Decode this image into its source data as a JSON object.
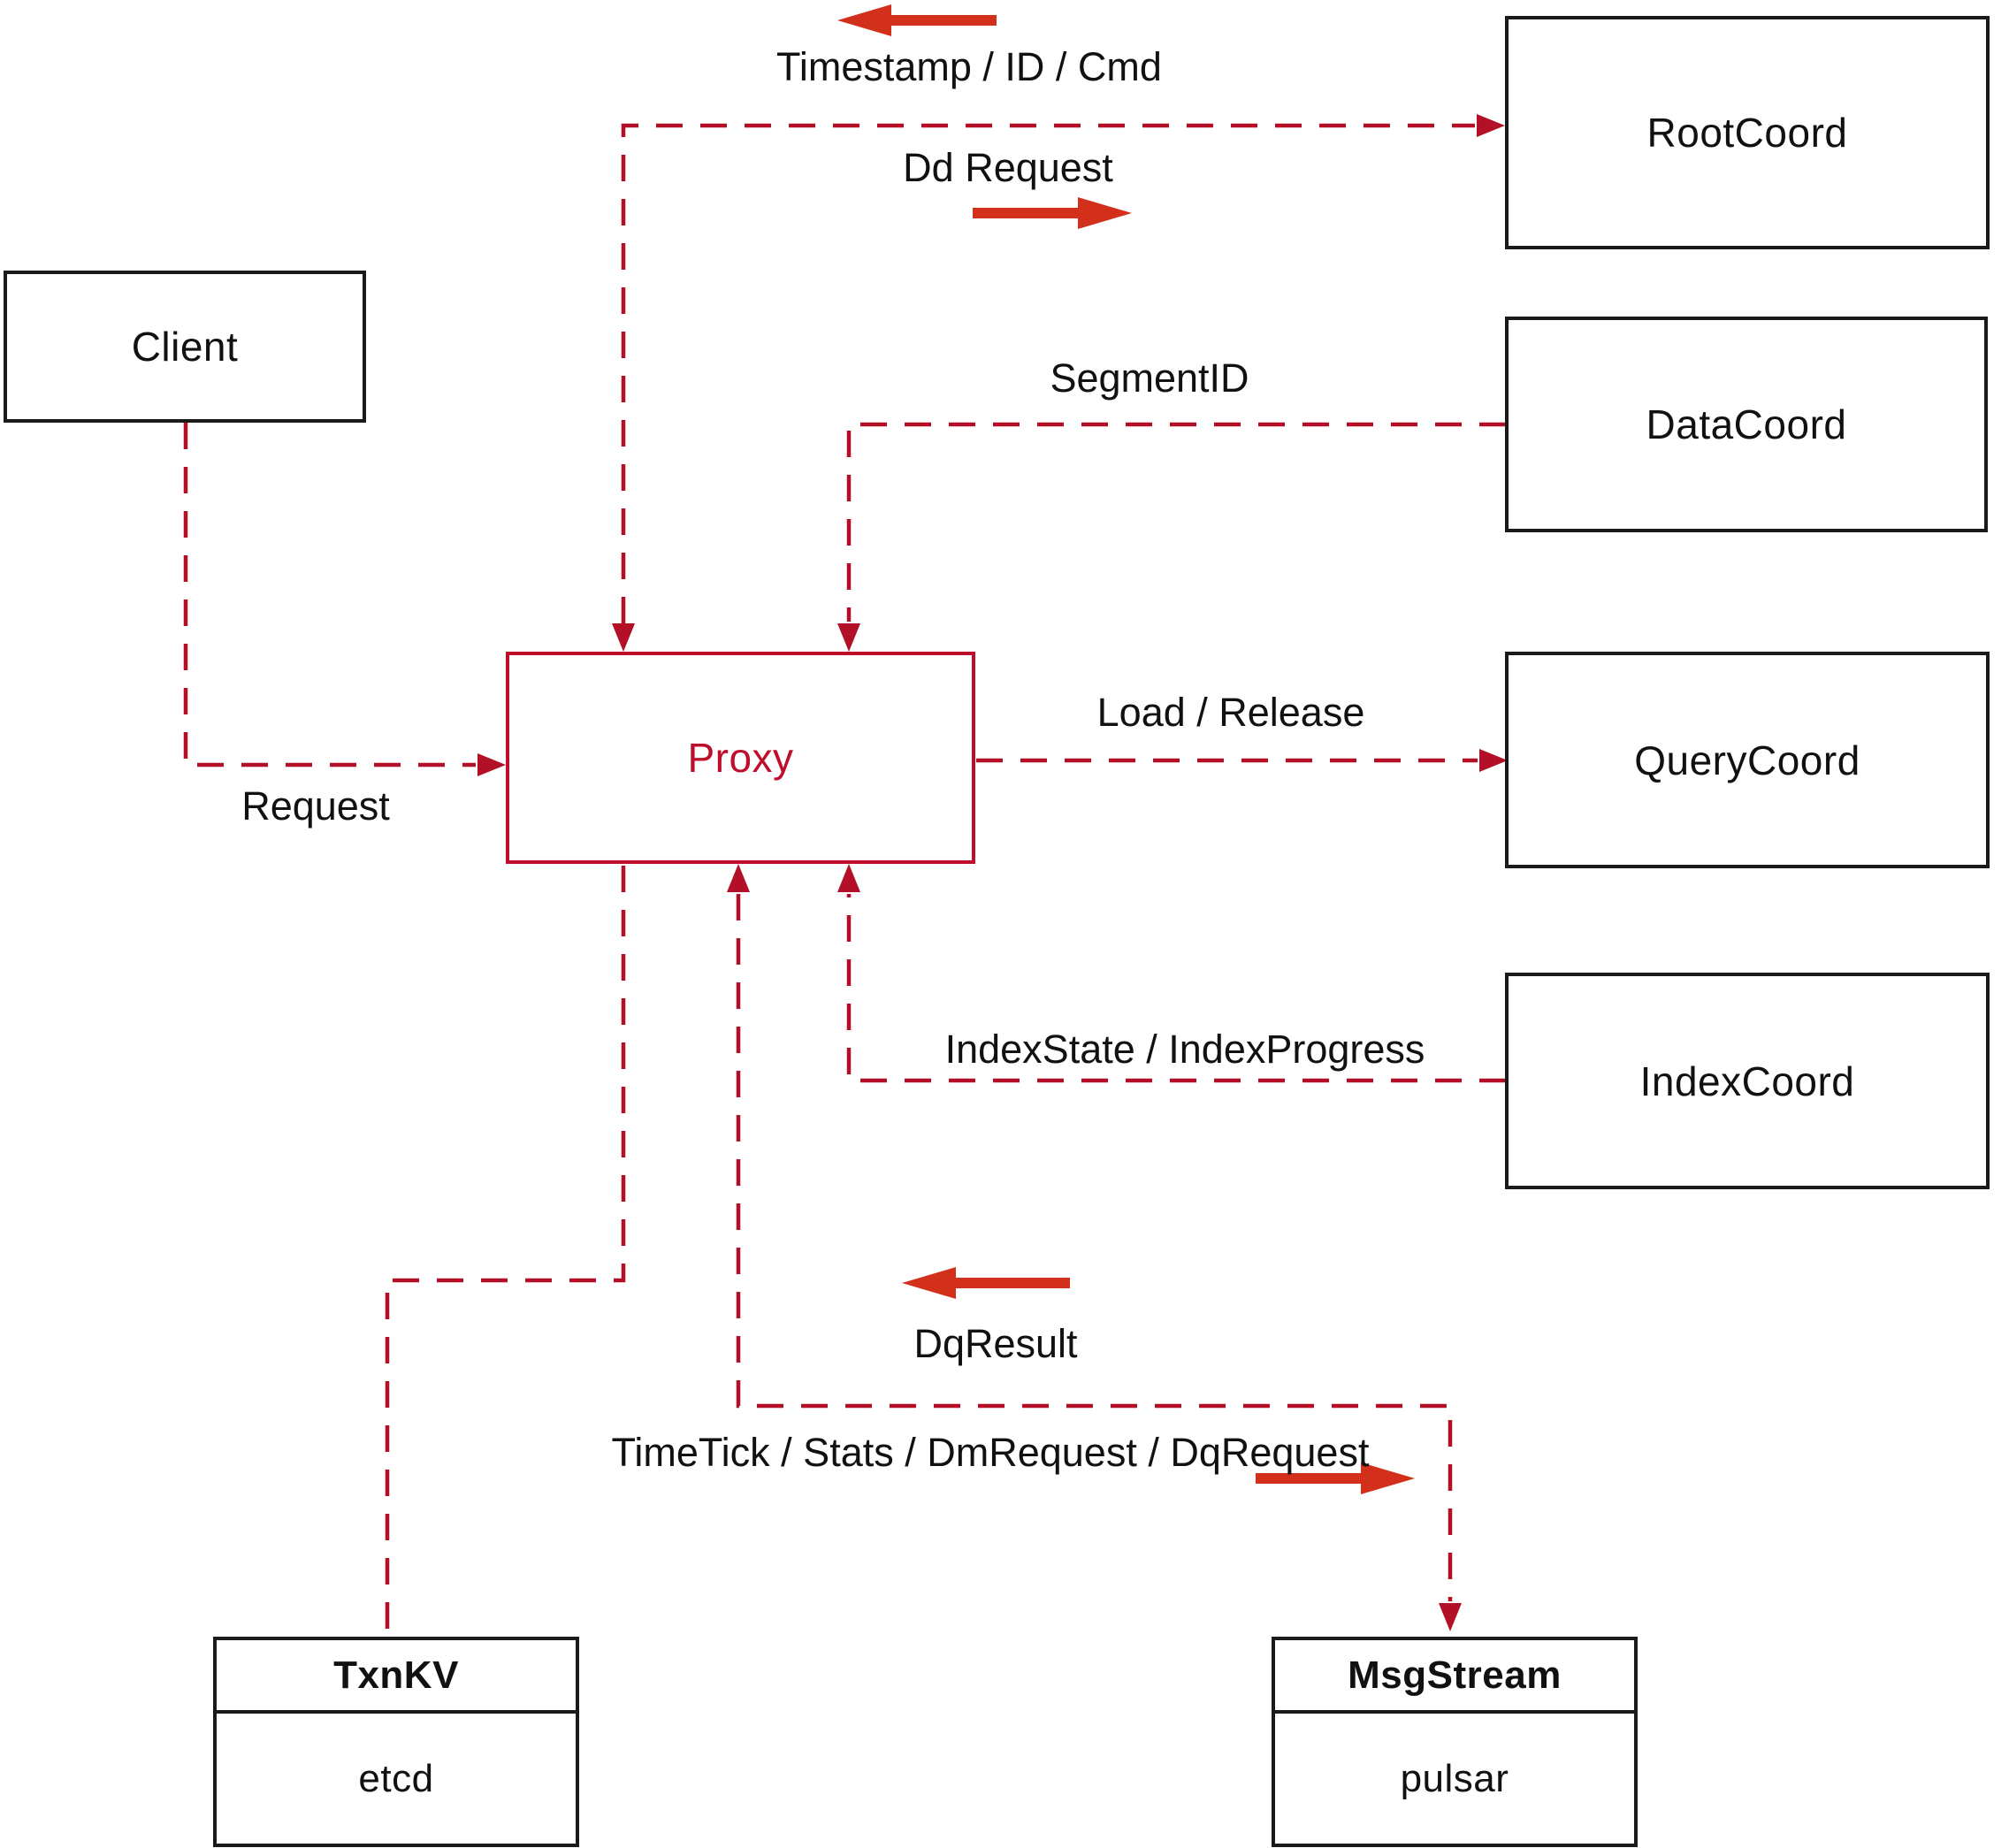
{
  "diagram": {
    "nodes": {
      "client": {
        "label": "Client"
      },
      "root_coord": {
        "label": "RootCoord"
      },
      "data_coord": {
        "label": "DataCoord"
      },
      "query_coord": {
        "label": "QueryCoord"
      },
      "index_coord": {
        "label": "IndexCoord"
      },
      "proxy": {
        "label": "Proxy"
      },
      "txn_kv": {
        "title": "TxnKV",
        "subtitle": "etcd"
      },
      "msg_stream": {
        "title": "MsgStream",
        "subtitle": "pulsar"
      }
    },
    "edge_labels": {
      "timestamp": "Timestamp / ID / Cmd",
      "dd_request": "Dd Request",
      "segment_id": "SegmentID",
      "request": "Request",
      "load_release": "Load / Release",
      "index_state": "IndexState / IndexProgress",
      "dq_result": "DqResult",
      "time_tick": "TimeTick / Stats / DmRequest / DqRequest"
    },
    "icons": {
      "left_arrow": "left-arrow-icon",
      "right_arrow": "right-arrow-icon"
    },
    "colors": {
      "line_red": "#B30F26",
      "arrow_red": "#D2301B",
      "proxy_red": "#BE0E2B",
      "box_black": "#1A1A1A"
    }
  }
}
